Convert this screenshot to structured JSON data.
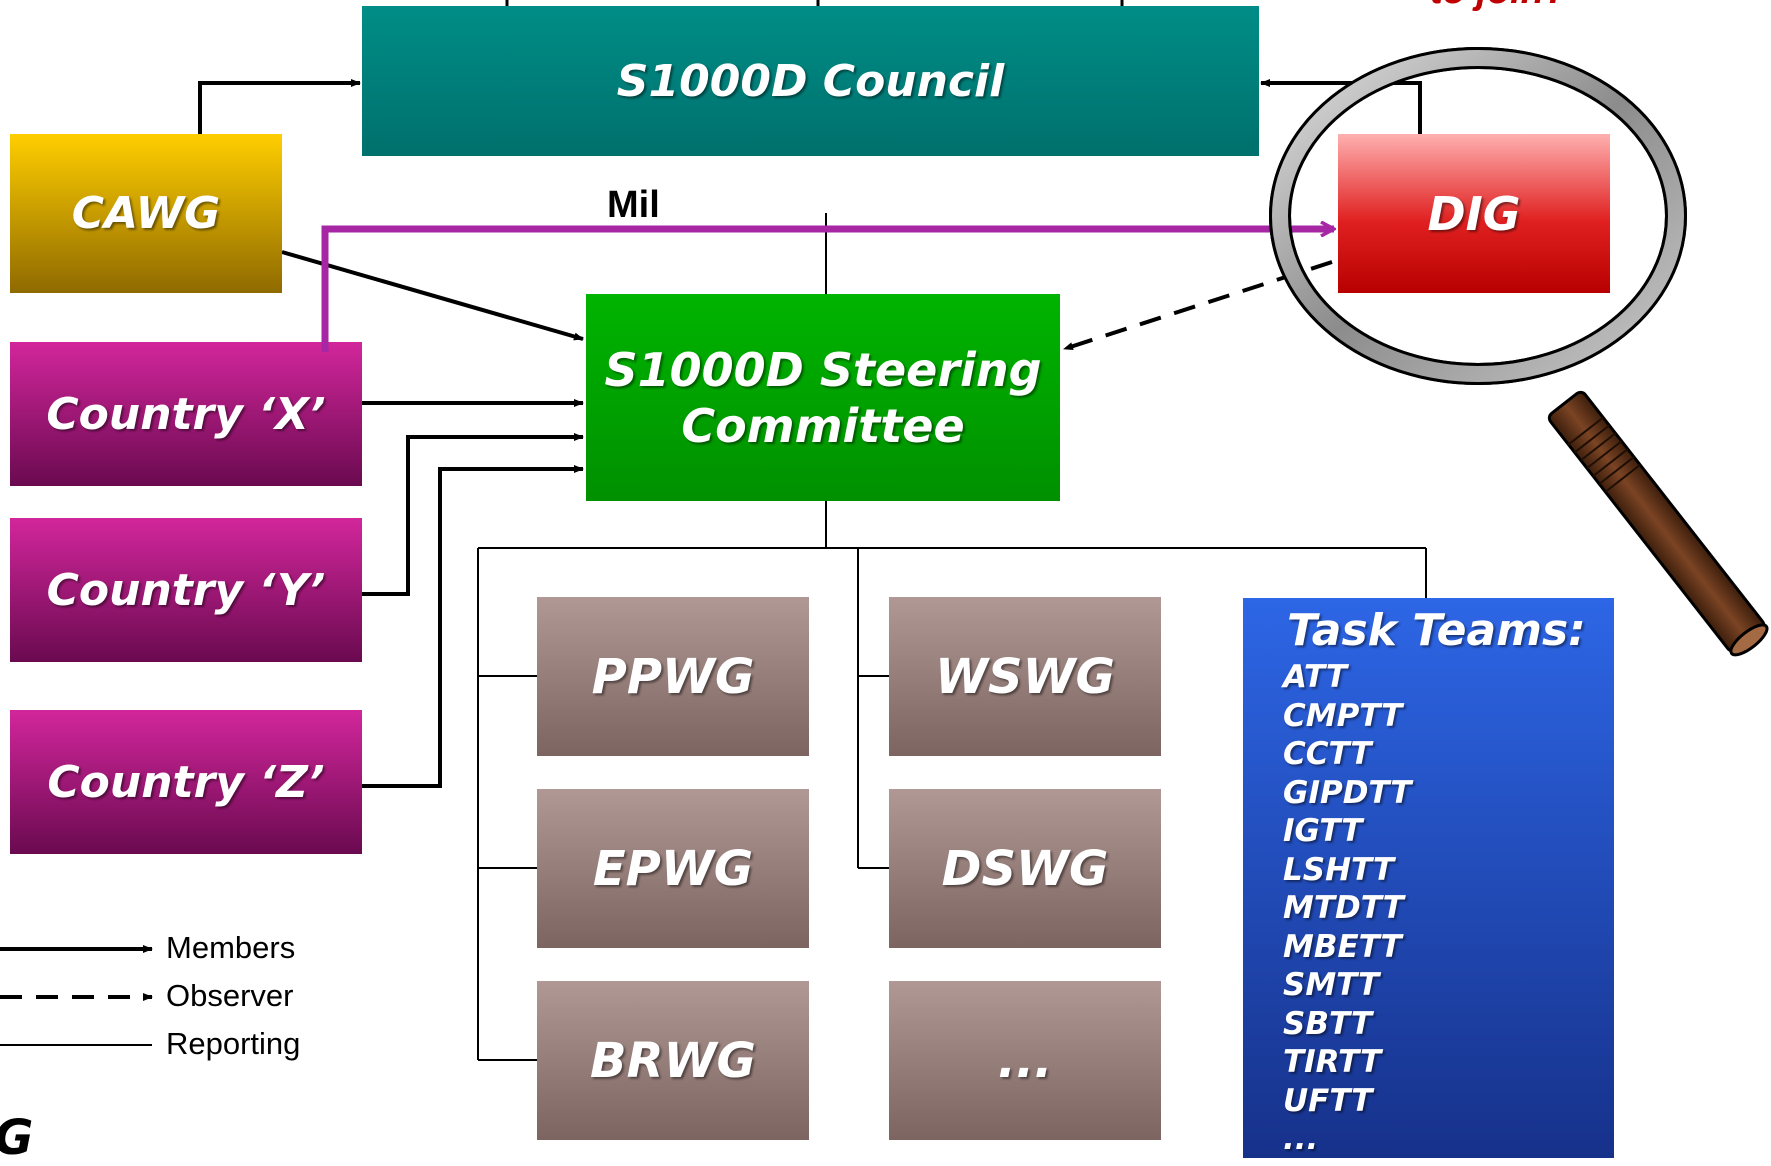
{
  "council": {
    "label": "S1000D Council"
  },
  "cawg": {
    "label": "CAWG"
  },
  "countries": [
    "Country ‘X’",
    "Country ‘Y’",
    "Country ‘Z’"
  ],
  "steering": {
    "line1": "S1000D Steering",
    "line2": "Committee"
  },
  "dig": {
    "label": "DIG"
  },
  "mil_label": "Mil",
  "join_fragment": "to join?",
  "bottom_left_fragment": "G",
  "working_groups": [
    "PPWG",
    "WSWG",
    "EPWG",
    "DSWG",
    "BRWG",
    "..."
  ],
  "task_teams": {
    "title": "Task Teams:",
    "items": [
      "ATT",
      "CMPTT",
      "CCTT",
      "GIPDTT",
      "IGTT",
      "LSHTT",
      "MTDTT",
      "MBETT",
      "SMTT",
      "SBTT",
      "TIRTT",
      "UFTT",
      "..."
    ]
  },
  "legend": {
    "members": "Members",
    "observer": "Observer",
    "reporting": "Reporting"
  },
  "colors": {
    "council": "#00807b",
    "cawg": "#e8b400",
    "country": "#b01a85",
    "steering": "#00a000",
    "dig": "#e02020",
    "working_group": "#9a827e",
    "task_teams": "#1f47b8",
    "mil_arrow": "#a626a4"
  },
  "icons": [
    "magnifying-glass-icon"
  ]
}
